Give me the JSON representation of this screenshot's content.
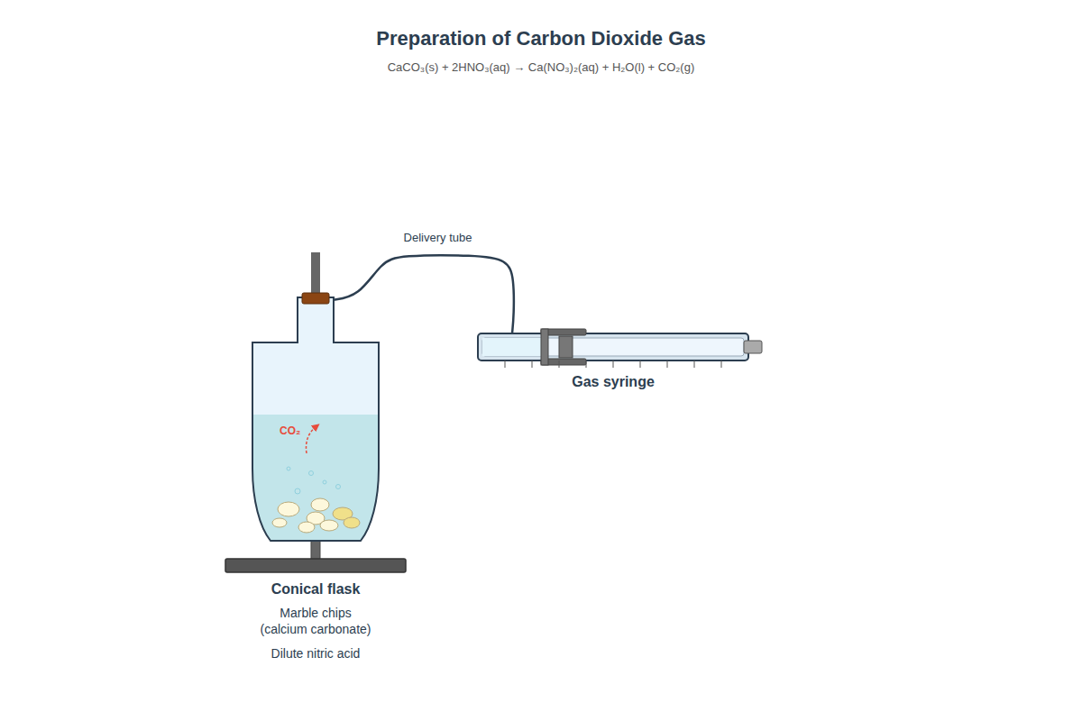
{
  "diagram": {
    "title": "Preparation of Carbon Dioxide Gas",
    "caption": "CaCO₃(s) + 2HNO₃(aq) → Ca(NO₃)₂(aq) + H₂O(l) + CO₂(g)",
    "nodes": [
      {
        "text": [
          "Conical flask"
        ]
      },
      {
        "text": [
          "Gas syringe"
        ]
      }
    ],
    "edges": [
      {
        "from": 0,
        "to": 1,
        "arrow": "none",
        "label": "Delivery tube"
      }
    ],
    "labels": [
      "CO₂",
      "Marble chips (calcium carbonate)",
      "Dilute nitric acid"
    ]
  }
}
